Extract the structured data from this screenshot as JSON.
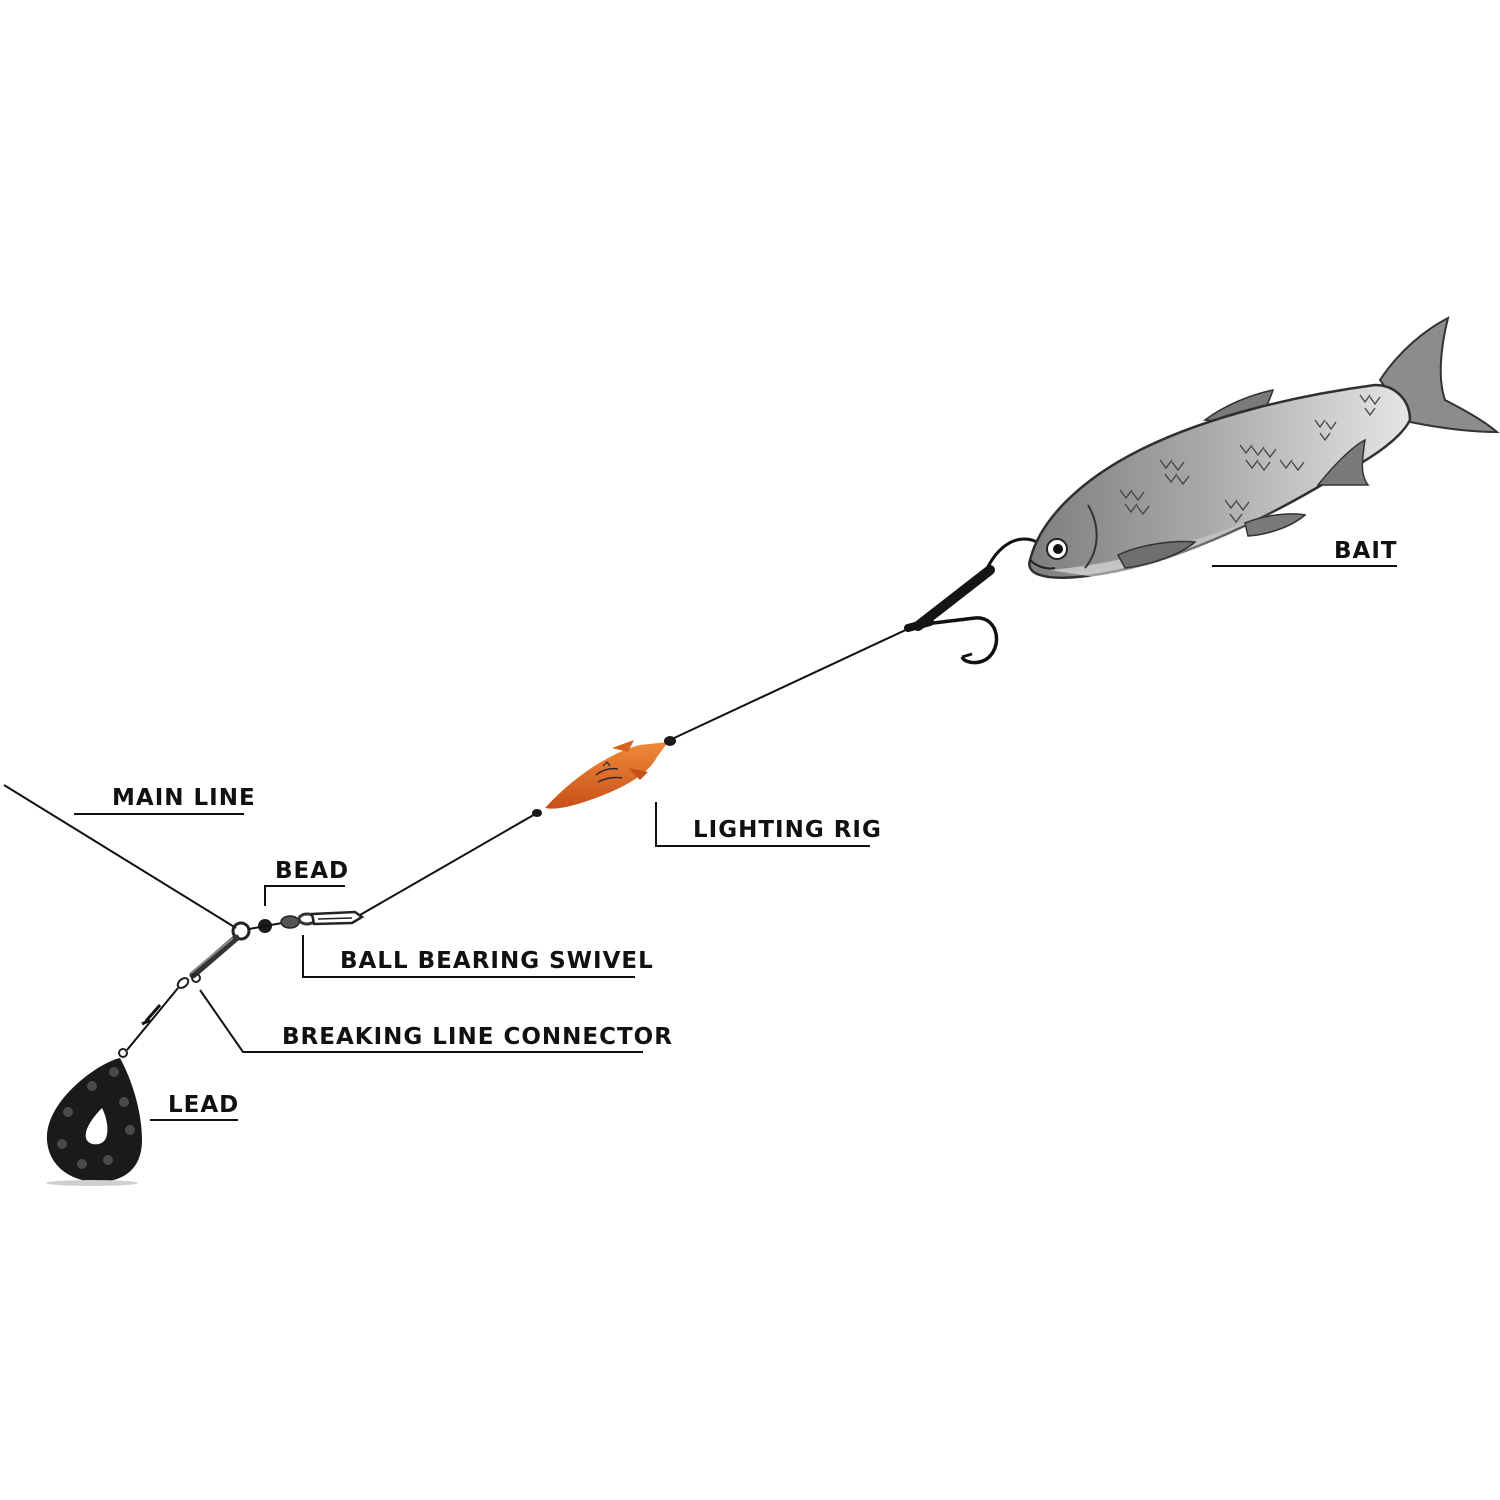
{
  "labels": {
    "main_line": "MAIN LINE",
    "bead": "BEAD",
    "ball_bearing_swivel": "BALL BEARING SWIVEL",
    "breaking_line_connector": "BREAKING LINE CONNECTOR",
    "lead": "LEAD",
    "lighting_rig": "LIGHTING RIG",
    "bait": "BAIT"
  },
  "colors": {
    "line": "#111111",
    "lighting_rig": "#e86a1c",
    "fish_body": "#9a9a9a",
    "lead": "#1a1a1a"
  }
}
